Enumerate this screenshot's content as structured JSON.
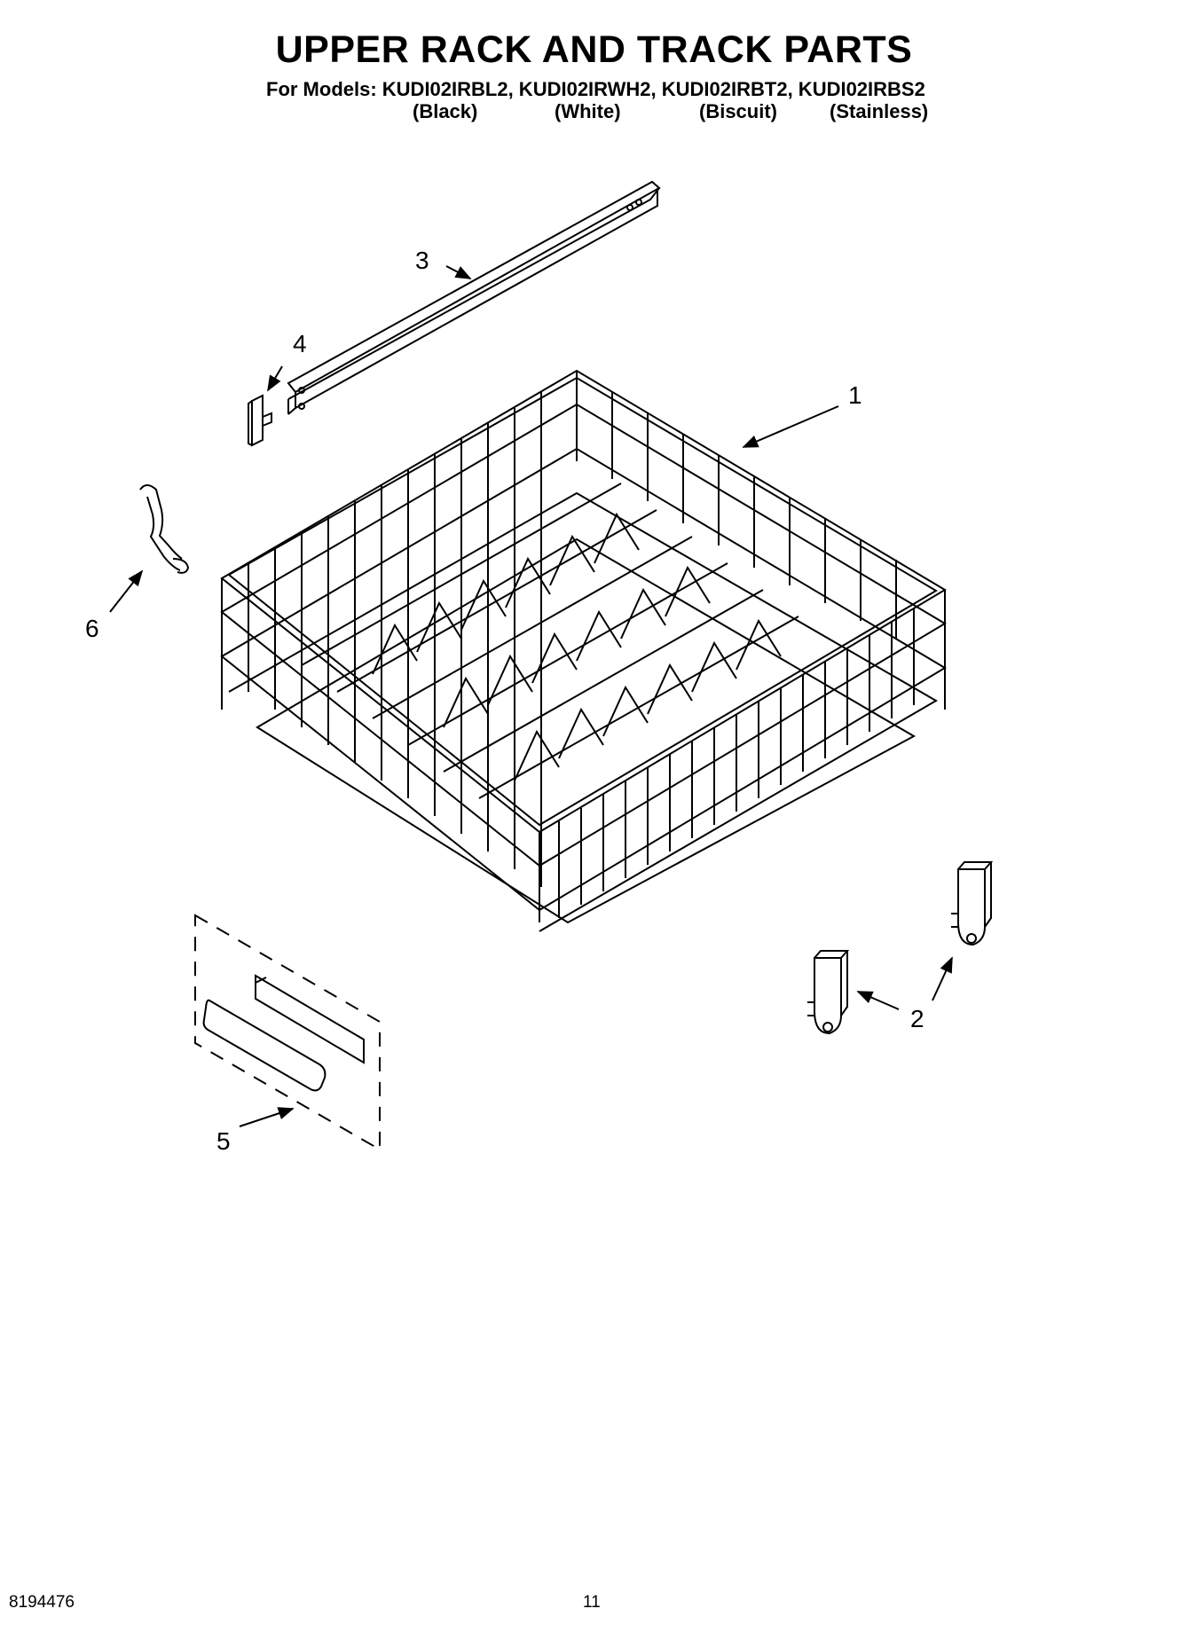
{
  "header": {
    "title": "UPPER RACK AND TRACK PARTS",
    "models_line": "For Models: KUDI02IRBL2, KUDI02IRWH2, KUDI02IRBT2, KUDI02IRBS2",
    "variants": [
      "(Black)",
      "(White)",
      "(Biscuit)",
      "(Stainless)"
    ]
  },
  "callouts": [
    "1",
    "2",
    "3",
    "4",
    "5",
    "6"
  ],
  "footer": {
    "part_number": "8194476",
    "page_number": "11"
  }
}
